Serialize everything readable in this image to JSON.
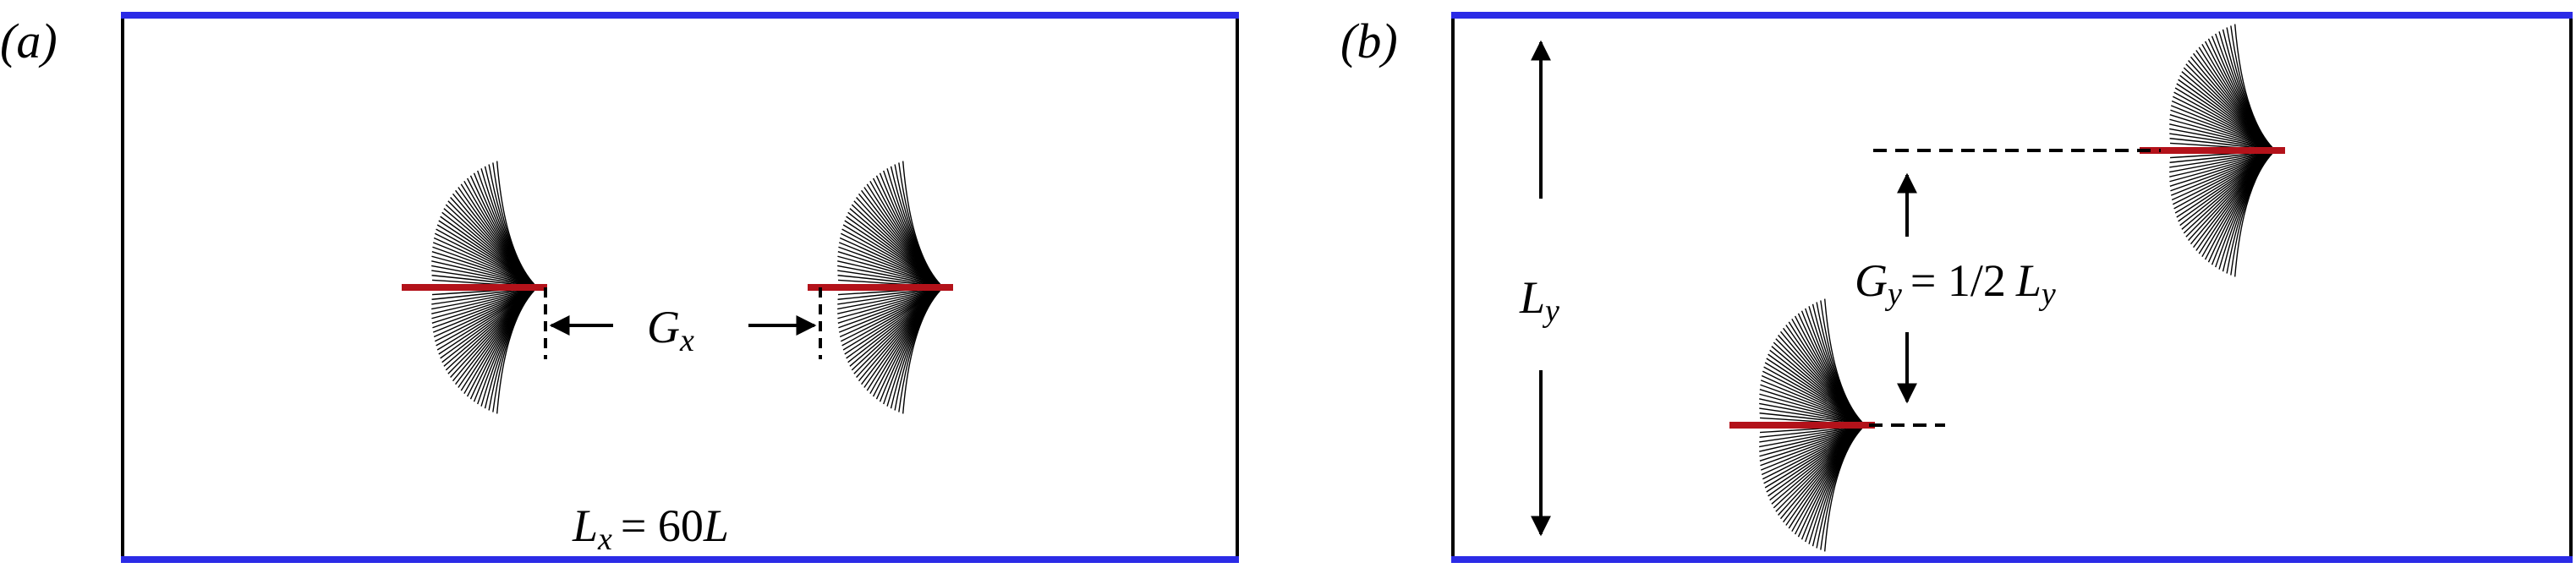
{
  "panels": [
    {
      "id": "a",
      "label": "(a)",
      "gap_symbol": "G",
      "gap_sub": "x",
      "length_symbol": "L",
      "length_sub": "x",
      "length_value": "= 60",
      "length_unit": "L"
    },
    {
      "id": "b",
      "label": "(b)",
      "height_symbol": "L",
      "height_sub": "y",
      "gap_symbol": "G",
      "gap_sub": "y",
      "gap_value": "= 1/2",
      "gap_ref_symbol": "L",
      "gap_ref_sub": "y"
    }
  ],
  "colors": {
    "wall": "#2b2be6",
    "frame": "#000000",
    "fiber": "#000000",
    "filament": "#b3121a"
  },
  "icons": [
    "arrow-left-icon",
    "arrow-right-icon",
    "arrow-up-icon",
    "arrow-down-icon"
  ]
}
